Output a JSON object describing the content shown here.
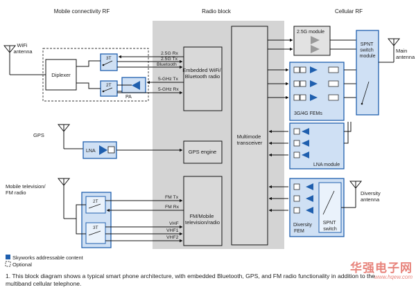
{
  "sections": {
    "left": "Mobile connectivity RF",
    "middle": "Radio block",
    "right": "Cellular RF"
  },
  "antennas": {
    "wifi": [
      "WiFi",
      "antenna"
    ],
    "gps": "GPS",
    "tv": [
      "Mobile television/",
      "FM radio"
    ],
    "main": [
      "Main",
      "antenna"
    ],
    "diversity": [
      "Diversity",
      "antenna"
    ]
  },
  "blocks": {
    "diplexer": "Diplexer",
    "pa": "PA",
    "lna": "LNA",
    "sw3t": "3T",
    "sw2t": "2T",
    "embedded": [
      "Embedded WiFi/",
      "Bluetooth radio"
    ],
    "gps_engine": "GPS engine",
    "fm": [
      "FM/Mobile",
      "television/radio"
    ],
    "transceiver": [
      "Multimode",
      "transceiver"
    ],
    "module_25g": "2.5G module",
    "fems": "3G/4G FEMs",
    "lna_module": "LNA module",
    "spnt_main": [
      "SPNT",
      "switch",
      "module"
    ],
    "diversity_fem": [
      "Diversity",
      "FEM"
    ],
    "spnt_div": [
      "SPNT",
      "switch"
    ]
  },
  "signals": {
    "g25rx": "2.5G Rx",
    "g25tx": "2.5G Tx",
    "bt": "Bluetooth",
    "g5tx": "5-GHz Tx",
    "g5rx": "5-GHz Rx",
    "fmtx": "FM Tx",
    "fmrx": "FM Rx",
    "vhf": "VHF",
    "vhf1": "VHF1",
    "vhf2": "VHF2"
  },
  "legend": {
    "skyworks": "Skyworks addressable content",
    "optional": "Optional"
  },
  "caption": "1. This block diagram shows a typical smart phone architecture, with embedded Bluetooth, GPS, and FM radio functionality in addition to the multiband cellular telephone.",
  "watermark": {
    "main": "华强电子网",
    "url": "www.hqew.com"
  },
  "colors": {
    "accent": "#1f5fae",
    "highlight": "#cfe0f4",
    "radio_block": "#d4d4d4",
    "gray_amp": "#9a9a9a"
  }
}
